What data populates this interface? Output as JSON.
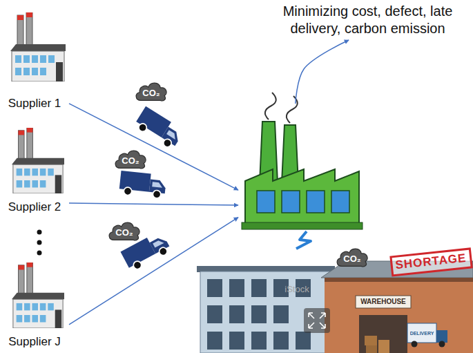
{
  "diagram": {
    "nodes": [
      {
        "text": [
          "Supplier 1"
        ]
      },
      {
        "text": [
          "Supplier 2"
        ]
      },
      {
        "text": [
          "Supplier J"
        ]
      },
      {
        "text": []
      },
      {
        "text": [
          "Minimizing cost, defect, late delivery, carbon emission"
        ]
      },
      {
        "text": [
          "WAREHOUSE"
        ]
      }
    ],
    "edges": [
      {
        "from": 0,
        "to": 3,
        "arrow": "to"
      },
      {
        "from": 1,
        "to": 3,
        "arrow": "to"
      },
      {
        "from": 2,
        "to": 3,
        "arrow": "to"
      },
      {
        "from": 3,
        "to": 4,
        "arrow": "to"
      },
      {
        "from": 3,
        "to": 5,
        "arrow": "none"
      }
    ],
    "labels": [
      "CO₂",
      "CO₂",
      "CO₂",
      "CO₂",
      "SHORTAGE",
      "iStock",
      "DELIVERY"
    ]
  }
}
